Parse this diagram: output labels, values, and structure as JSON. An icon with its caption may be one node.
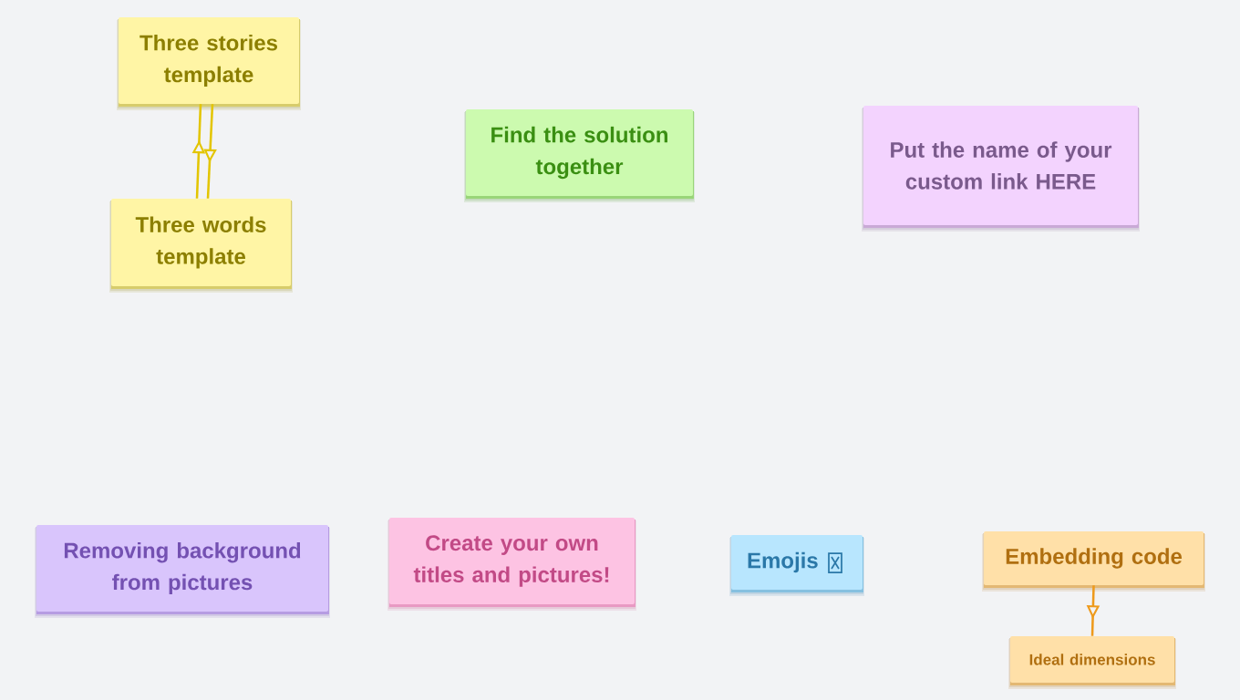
{
  "diagram": {
    "nodes": [
      {
        "text": [
          "Three stories template"
        ]
      },
      {
        "text": [
          "Three words template"
        ]
      },
      {
        "text": [
          "Find the solution together"
        ]
      },
      {
        "text": [
          "Put the name of your custom link HERE"
        ]
      },
      {
        "text": [
          "Removing background from pictures"
        ]
      },
      {
        "text": [
          "Create your own titles and pictures!"
        ]
      },
      {
        "text": [
          "Emojis"
        ]
      },
      {
        "text": [
          "Embedding code"
        ]
      },
      {
        "text": [
          "Ideal dimensions"
        ]
      }
    ],
    "edges": [
      {
        "from": 1,
        "to": 0,
        "arrow": "to",
        "color": "#e3c500"
      },
      {
        "from": 0,
        "to": 1,
        "arrow": "to",
        "color": "#e3c500"
      },
      {
        "from": 7,
        "to": 8,
        "arrow": "to",
        "color": "#ee9a1c"
      }
    ]
  }
}
